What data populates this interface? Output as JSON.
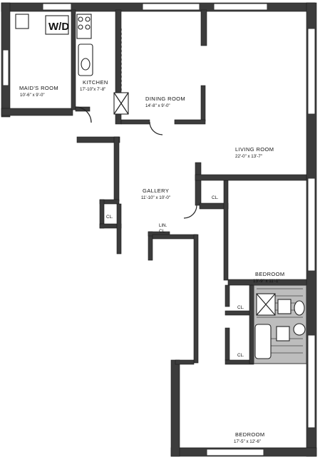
{
  "rooms": [
    {
      "id": "maids",
      "name": "MAID'S ROOM",
      "dims": "10'-6\" x 9'-0\""
    },
    {
      "id": "kitchen",
      "name": "KITCHEN",
      "dims": "17'-10\"x 7'-8\""
    },
    {
      "id": "dining",
      "name": "DINING ROOM",
      "dims": "14'-8\" x 9'-0\""
    },
    {
      "id": "living",
      "name": "LIVING ROOM",
      "dims": "22'-0\" x 13'-7\""
    },
    {
      "id": "gallery",
      "name": "GALLERY",
      "dims": "11'-10\" x 10'-0\""
    },
    {
      "id": "bedroom1",
      "name": "BEDROOM",
      "dims": "13'-9\" x 11'-1\""
    },
    {
      "id": "bedroom2",
      "name": "BEDROOM",
      "dims": "17'-5\" x 12'-6\""
    }
  ],
  "closets": [
    {
      "id": "cl-gallery",
      "label": "CL."
    },
    {
      "id": "lin",
      "label": "LIN."
    },
    {
      "id": "lin-cl",
      "label": "CL."
    },
    {
      "id": "cl-living",
      "label": "CL."
    },
    {
      "id": "cl-bed1",
      "label": "CL."
    },
    {
      "id": "cl-bed2",
      "label": "CL."
    }
  ],
  "appliance": {
    "washer_dryer": "W/D"
  }
}
